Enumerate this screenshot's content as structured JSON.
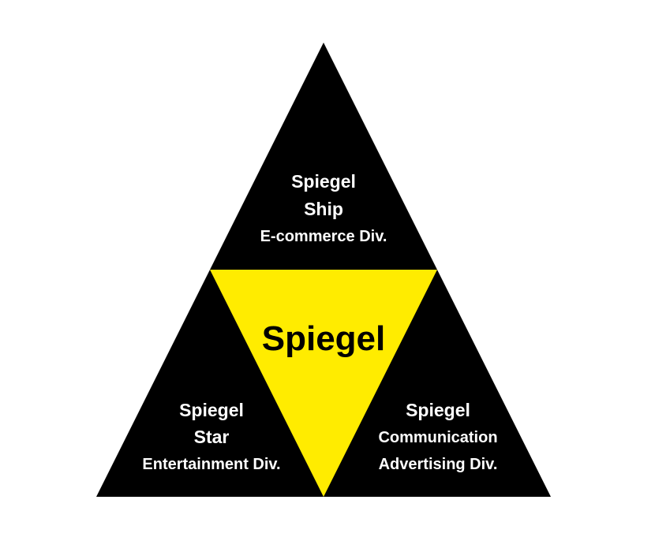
{
  "colors": {
    "background": "#ffffff",
    "triangle": "#000000",
    "center": "#ffec00",
    "segment_text": "#ffffff",
    "center_text": "#000000"
  },
  "center": {
    "label": "Spiegel"
  },
  "segments": {
    "top": {
      "line1": "Spiegel",
      "line2": "Ship",
      "line3": "E-commerce Div."
    },
    "left": {
      "line1": "Spiegel",
      "line2": "Star",
      "line3": "Entertainment Div."
    },
    "right": {
      "line1": "Spiegel",
      "line2": "Communication",
      "line3": "Advertising Div."
    }
  }
}
